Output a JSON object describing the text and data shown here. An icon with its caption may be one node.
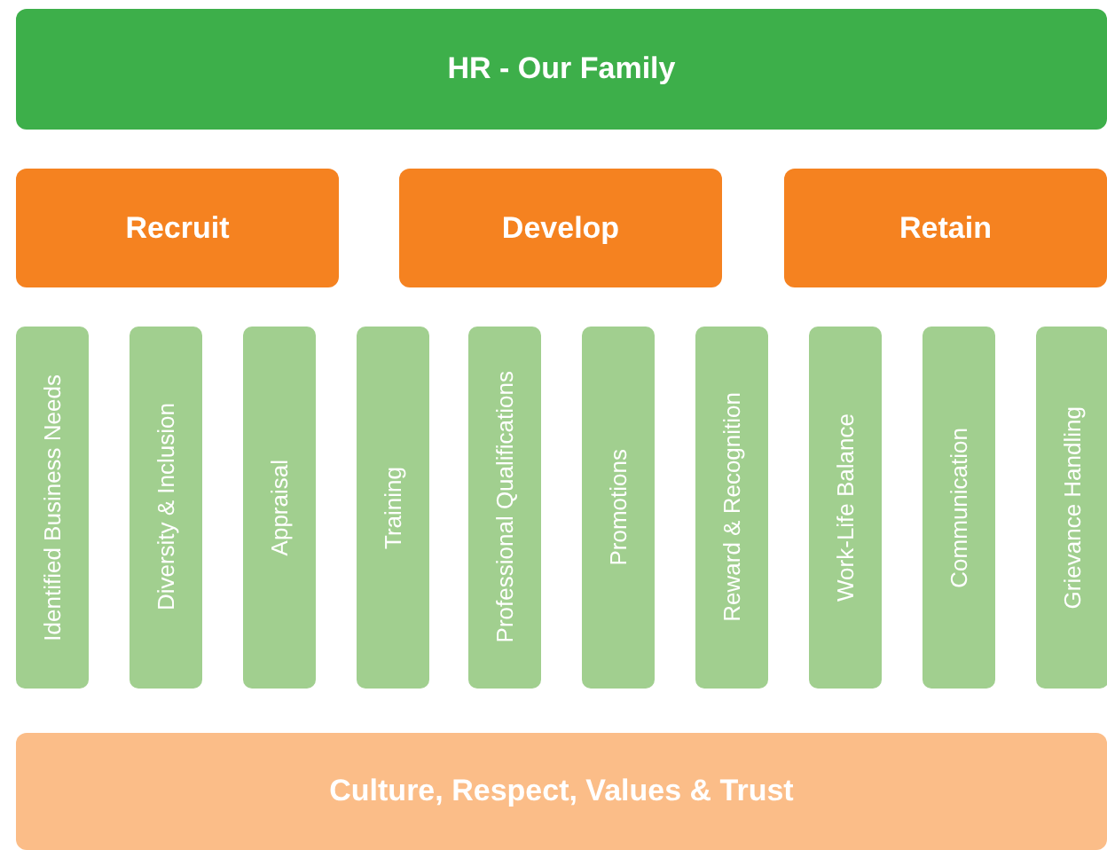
{
  "diagram": {
    "nodes": [
      {
        "text": [
          "HR - Our Family"
        ]
      },
      {
        "text": [
          "Recruit"
        ]
      },
      {
        "text": [
          "Develop"
        ]
      },
      {
        "text": [
          "Retain"
        ]
      },
      {
        "text": [
          "Identified Business Needs"
        ]
      },
      {
        "text": [
          "Diversity & Inclusion"
        ]
      },
      {
        "text": [
          "Appraisal"
        ]
      },
      {
        "text": [
          "Training"
        ]
      },
      {
        "text": [
          "Professional Qualifications"
        ]
      },
      {
        "text": [
          "Promotions"
        ]
      },
      {
        "text": [
          "Reward & Recognition"
        ]
      },
      {
        "text": [
          "Work-Life Balance"
        ]
      },
      {
        "text": [
          "Communication"
        ]
      },
      {
        "text": [
          "Grievance Handling"
        ]
      },
      {
        "text": [
          "Culture, Respect, Values & Trust"
        ]
      }
    ]
  }
}
